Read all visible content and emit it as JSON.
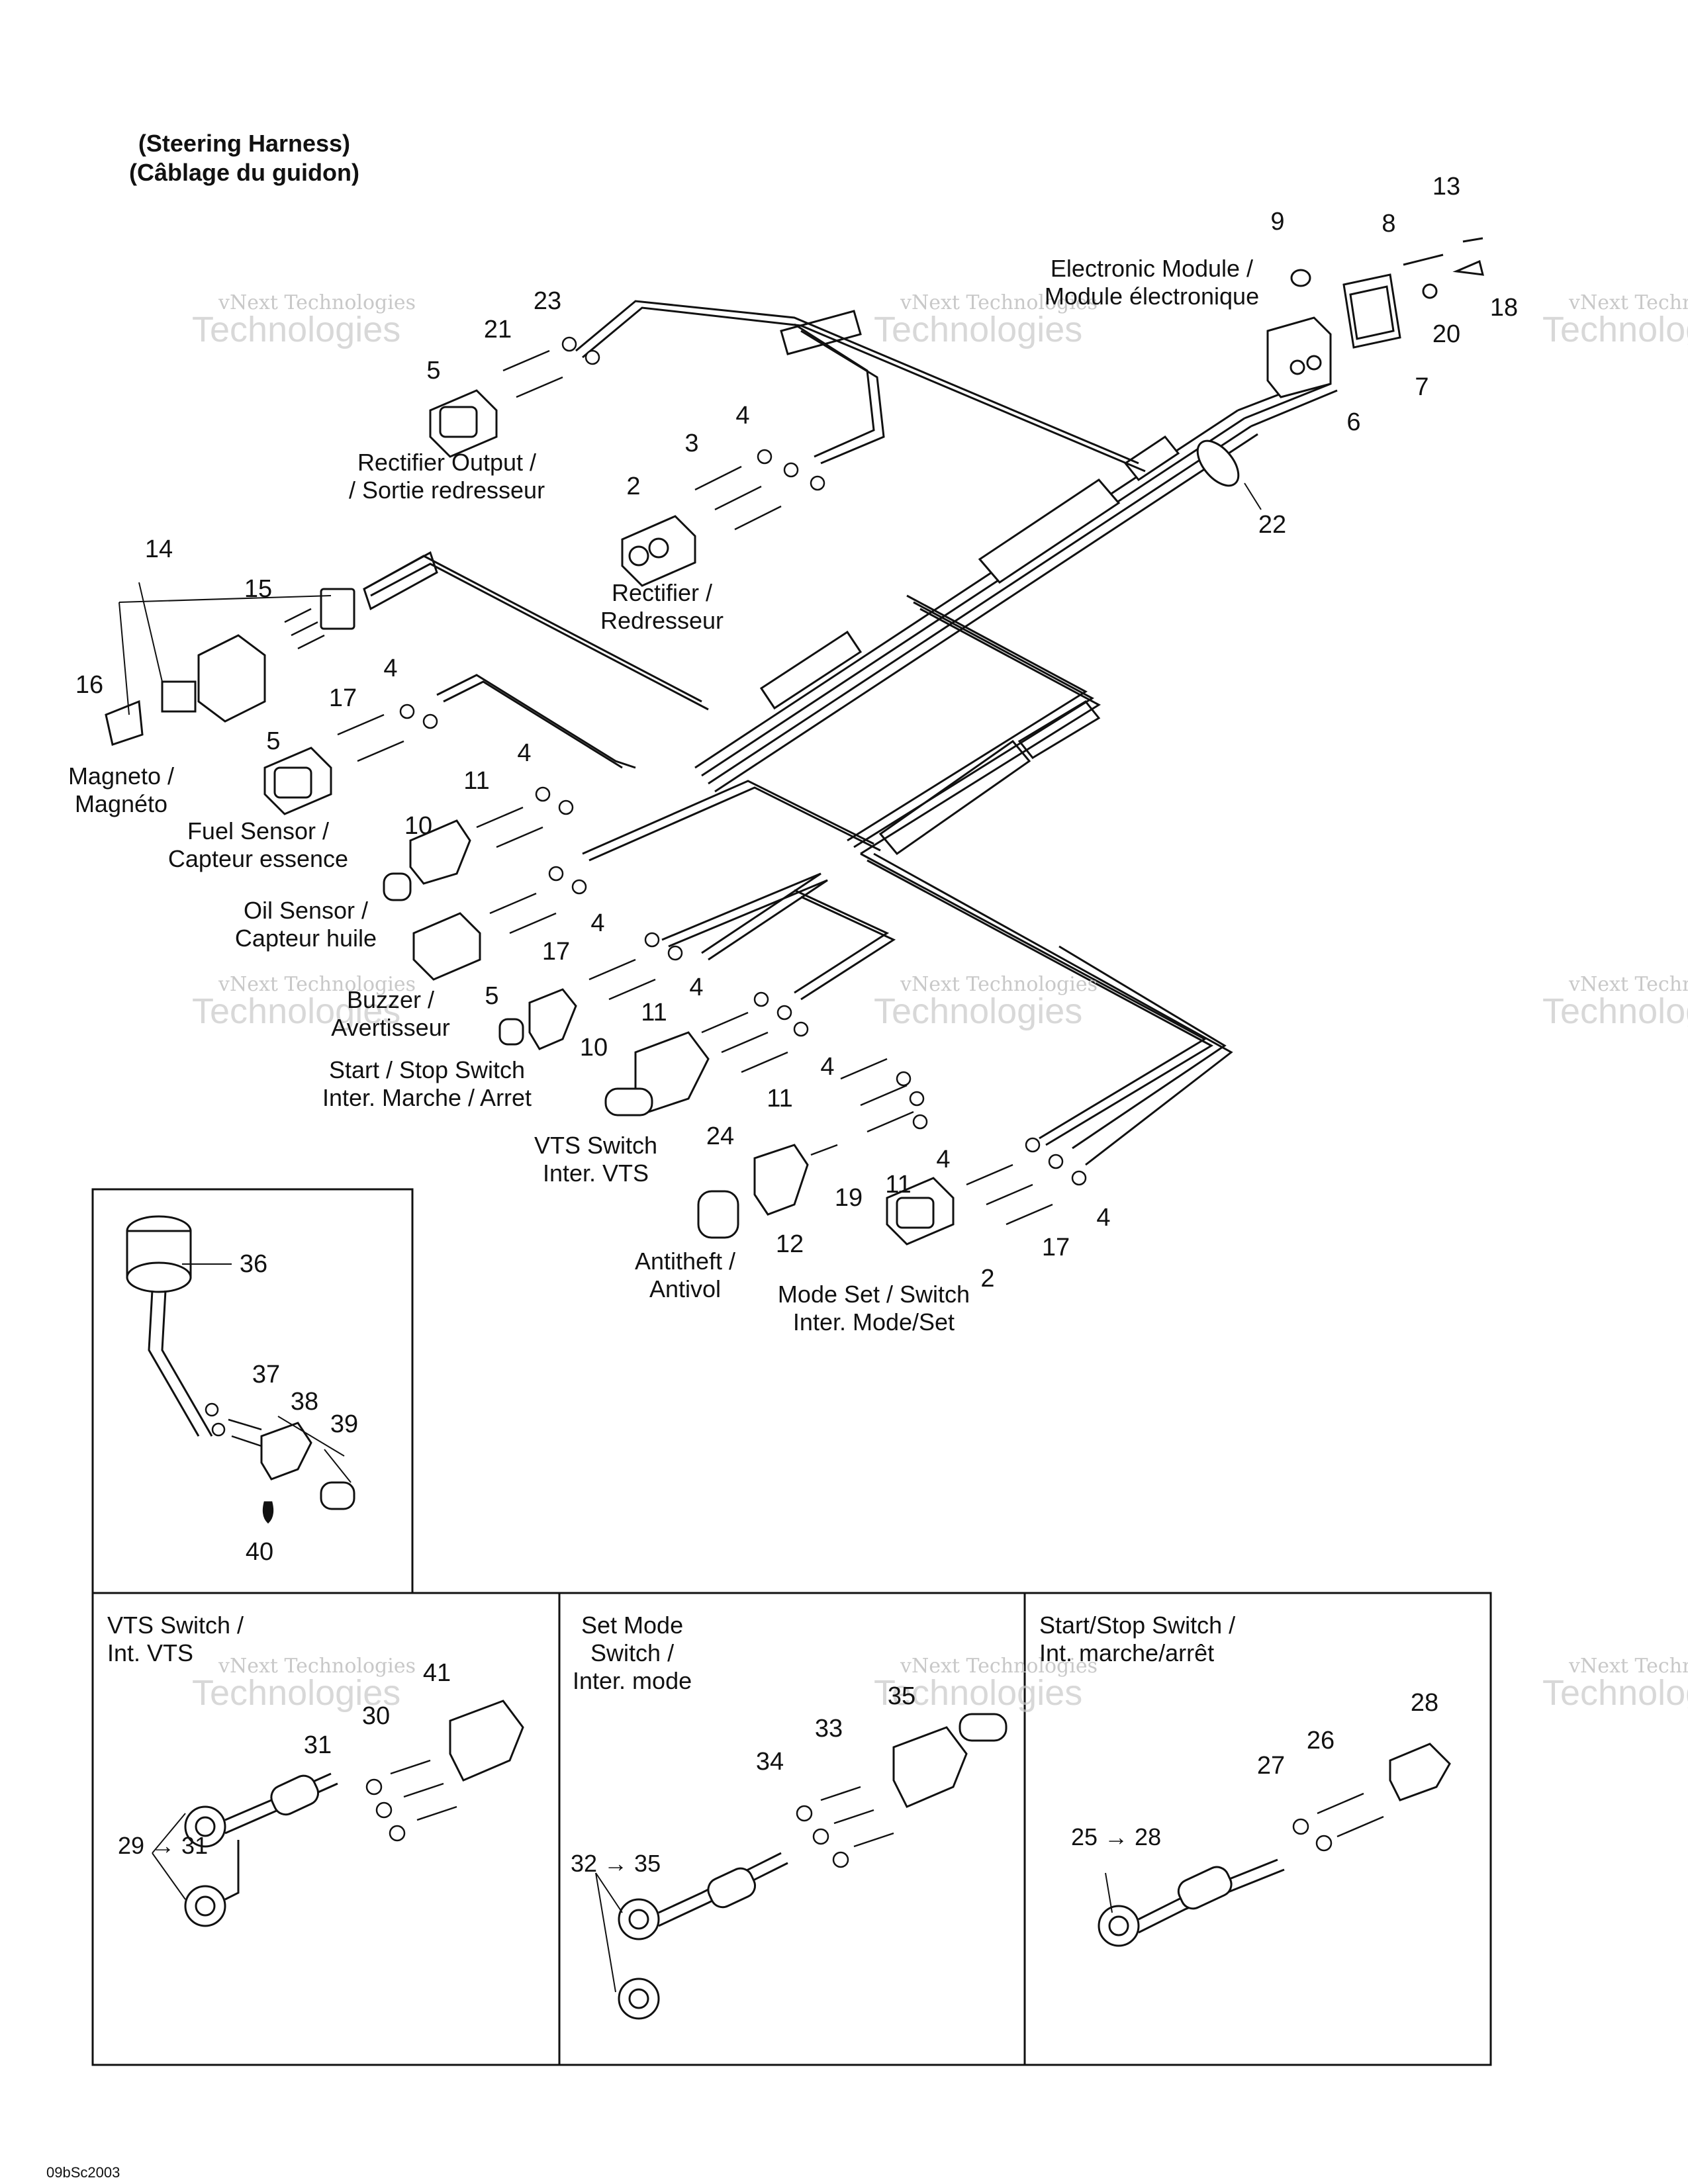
{
  "title": {
    "line1": "(Steering Harness)",
    "line2": "(Câblage du guidon)"
  },
  "watermark": {
    "line1": "vNext Technologies",
    "line2": "Technologies"
  },
  "labels": {
    "electronic_module": [
      "Electronic Module /",
      "Module électronique"
    ],
    "rectifier_output": [
      "Rectifier Output /",
      "/ Sortie redresseur"
    ],
    "rectifier": [
      "Rectifier /",
      "Redresseur"
    ],
    "magneto": [
      "Magneto /",
      "Magnéto"
    ],
    "fuel_sensor": [
      "Fuel Sensor /",
      "Capteur essence"
    ],
    "oil_sensor": [
      "Oil Sensor /",
      "Capteur huile"
    ],
    "buzzer": [
      "Buzzer /",
      "Avertisseur"
    ],
    "start_stop": [
      "Start / Stop Switch",
      "Inter. Marche / Arret"
    ],
    "vts_switch": [
      "VTS Switch",
      "Inter. VTS"
    ],
    "antitheft": [
      "Antitheft /",
      "Antivol"
    ],
    "mode_set": [
      "Mode Set / Switch",
      "Inter. Mode/Set"
    ]
  },
  "panels": {
    "vts": [
      "VTS Switch /",
      "Int. VTS"
    ],
    "setmode": [
      "Set Mode",
      "Switch /",
      "Inter. mode"
    ],
    "startstop": [
      "Start/Stop Switch /",
      "Int. marche/arrêt"
    ],
    "range_vts": "29 → 31",
    "range_setmode": "32 → 35",
    "range_startstop": "25 → 28"
  },
  "part_numbers": {
    "n13": "13",
    "n9": "9",
    "n8": "8",
    "n18": "18",
    "n20": "20",
    "n7": "7",
    "n6": "6",
    "n22": "22",
    "n23": "23",
    "n21": "21",
    "n5a": "5",
    "n4a": "4",
    "n3": "3",
    "n2a": "2",
    "n14": "14",
    "n15": "15",
    "n16": "16",
    "n17a": "17",
    "n4b": "4",
    "n5b": "5",
    "n4c": "4",
    "n11a": "11",
    "n10a": "10",
    "n4d": "4",
    "n17b": "17",
    "n5c": "5",
    "n4e": "4",
    "n11b": "11",
    "n10b": "10",
    "n4f": "4",
    "n11c": "11",
    "n24": "24",
    "n4g": "4",
    "n11d": "11",
    "n19": "19",
    "n12": "12",
    "n17c": "17",
    "n4h": "4",
    "n2b": "2",
    "n36": "36",
    "n37": "37",
    "n38": "38",
    "n39": "39",
    "n40": "40",
    "n41": "41",
    "n30": "30",
    "n31": "31",
    "n35": "35",
    "n33": "33",
    "n34": "34",
    "n28": "28",
    "n26": "26",
    "n27": "27"
  },
  "figure_code": "09bSc2003"
}
